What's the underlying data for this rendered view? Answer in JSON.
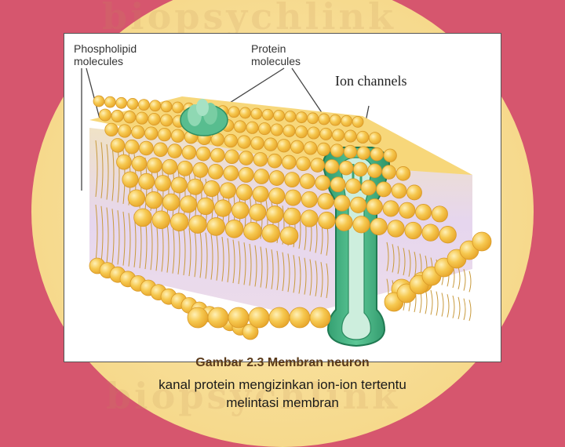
{
  "watermark": "biopsychlink",
  "figure": {
    "labels": {
      "phospholipid": "Phospholipid molecules",
      "protein": "Protein molecules",
      "ion_channels": "Ion channels"
    }
  },
  "caption": {
    "title": "Gambar 2.3  Membran neuron",
    "line1": "kanal protein  mengizinkan ion-ion tertentu",
    "line2": "melintasi membran"
  },
  "colors": {
    "background": "#d6566e",
    "oval": "#f6d98c",
    "lipid_head": "#f3b93a",
    "lipid_head_light": "#fbe08a",
    "protein": "#3fae7e",
    "protein_light": "#bfe8d2",
    "bilayer_core": "#e9dcef"
  }
}
